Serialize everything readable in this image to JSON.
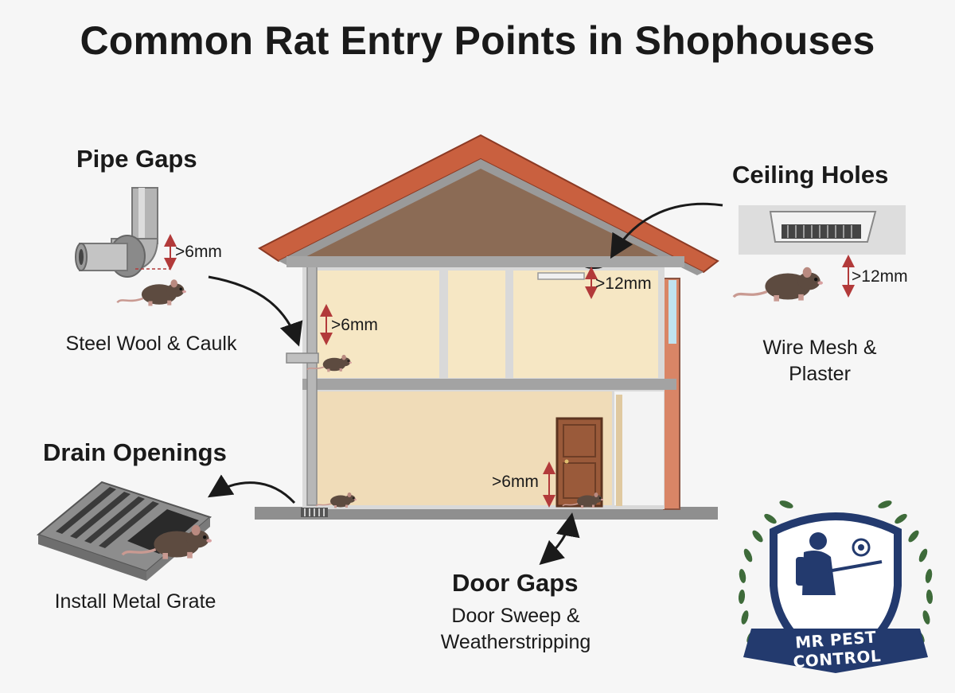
{
  "title": "Common Rat Entry Points in Shophouses",
  "entry_points": {
    "pipe_gaps": {
      "heading": "Pipe Gaps",
      "measure": ">6mm",
      "fix": "Steel Wool & Caulk"
    },
    "ceiling_holes": {
      "heading": "Ceiling Holes",
      "measure": ">12mm",
      "fix": "Wire Mesh & Plaster"
    },
    "drain_openings": {
      "heading": "Drain Openings",
      "fix": "Install Metal Grate"
    },
    "door_gaps": {
      "heading": "Door Gaps",
      "fix": "Door Sweep & Weatherstripping"
    }
  },
  "house": {
    "pipe_measure": ">6mm",
    "ceiling_measure": ">12mm",
    "door_measure": ">6mm"
  },
  "logo": {
    "text": "MR PEST CONTROL"
  },
  "colors": {
    "roof": "#c0593f",
    "attic": "#8b6b55",
    "wall": "#f3e3c4",
    "frame": "#9a9a9a",
    "arrow": "#1a1a1a",
    "measure": "#b23a3a",
    "rat": "#5a4a40",
    "shield": "#233a6e",
    "laurel": "#3e6b3a"
  },
  "icons": [
    "pipe-icon",
    "rat-icon",
    "ceiling-vent-icon",
    "drain-grate-icon",
    "pest-control-logo"
  ]
}
